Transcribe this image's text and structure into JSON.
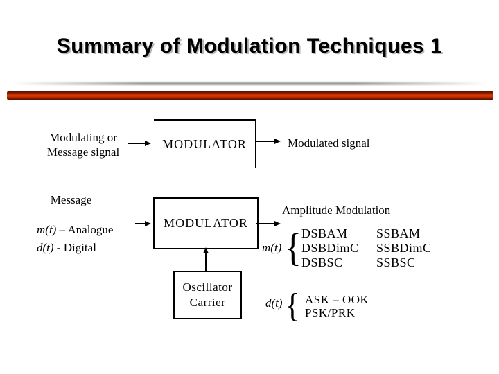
{
  "slide": {
    "title": "Summary of Modulation Techniques 1"
  },
  "colors": {
    "background": "#ffffff",
    "title_text": "#000000",
    "title_shadow": "#b8b8b8",
    "red_bar_bright": "#d93a00",
    "red_bar_dark": "#5a0f00",
    "gray_line": "#8a8a8a",
    "diagram_ink": "#000000"
  },
  "diagram_top": {
    "input_label_line1": "Modulating or",
    "input_label_line2": "Message signal",
    "box_label": "MODULATOR",
    "output_label": "Modulated signal"
  },
  "diagram_main": {
    "message_heading": "Message",
    "analogue_prefix": "m(t)",
    "analogue_rest": " – Analogue",
    "digital_prefix": "d(t)",
    "digital_rest": " - Digital",
    "box_label": "MODULATOR",
    "oscillator_line1": "Oscillator",
    "oscillator_line2": "Carrier",
    "am_heading": "Amplitude Modulation",
    "mt_label": "m(t)",
    "brace_glyph": "{",
    "am_col1": [
      "DSBAM",
      "DSBDimC",
      "DSBSC"
    ],
    "am_col2": [
      "SSBAM",
      "SSBDimC",
      "SSBSC"
    ],
    "dt_label": "d(t)",
    "dt_items": [
      "ASK – OOK",
      "PSK/PRK"
    ]
  }
}
